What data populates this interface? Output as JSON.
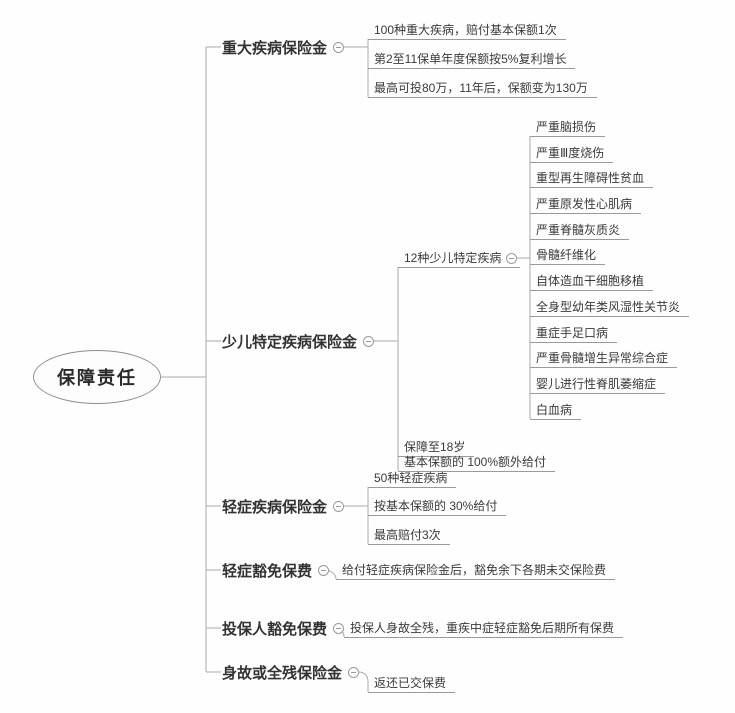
{
  "root": {
    "label": "保障责任"
  },
  "branches": [
    {
      "label": "重大疾病保险金",
      "children": [
        {
          "label": "100种重大疾病，赔付基本保额1次"
        },
        {
          "label": "第2至11保单年度保额按5%复利增长"
        },
        {
          "label": "最高可投80万，11年后，保额变为130万"
        }
      ]
    },
    {
      "label": "少儿特定疾病保险金",
      "children": [
        {
          "label": "12种少儿特定疾病",
          "children": [
            {
              "label": "严重脑损伤"
            },
            {
              "label": "严重Ⅲ度烧伤"
            },
            {
              "label": "重型再生障碍性贫血"
            },
            {
              "label": "严重原发性心肌病"
            },
            {
              "label": "严重脊髓灰质炎"
            },
            {
              "label": "骨髓纤维化"
            },
            {
              "label": "自体造血干细胞移植"
            },
            {
              "label": "全身型幼年类风湿性关节炎"
            },
            {
              "label": "重症手足口病"
            },
            {
              "label": "严重骨髓增生异常综合症"
            },
            {
              "label": "婴儿进行性脊肌萎缩症"
            },
            {
              "label": "白血病"
            }
          ]
        },
        {
          "label": "保障至18岁"
        },
        {
          "label": "基本保额的 100%额外给付"
        }
      ]
    },
    {
      "label": "轻症疾病保险金",
      "children": [
        {
          "label": "50种轻症疾病"
        },
        {
          "label": "按基本保额的 30%给付"
        },
        {
          "label": "最高赔付3次"
        }
      ]
    },
    {
      "label": "轻症豁免保费",
      "children": [
        {
          "label": "给付轻症疾病保险金后，豁免余下各期未交保险费"
        }
      ]
    },
    {
      "label": "投保人豁免保费",
      "children": [
        {
          "label": "投保人身故全残，重疾中症轻症豁免后期所有保费"
        }
      ]
    },
    {
      "label": "身故或全残保险金",
      "children": [
        {
          "label": "返还已交保费"
        }
      ]
    }
  ],
  "icons": {
    "collapse": "minus-circle"
  },
  "colors": {
    "connector": "#ababab",
    "underline": "#9a9a9a",
    "text": "#333333"
  }
}
